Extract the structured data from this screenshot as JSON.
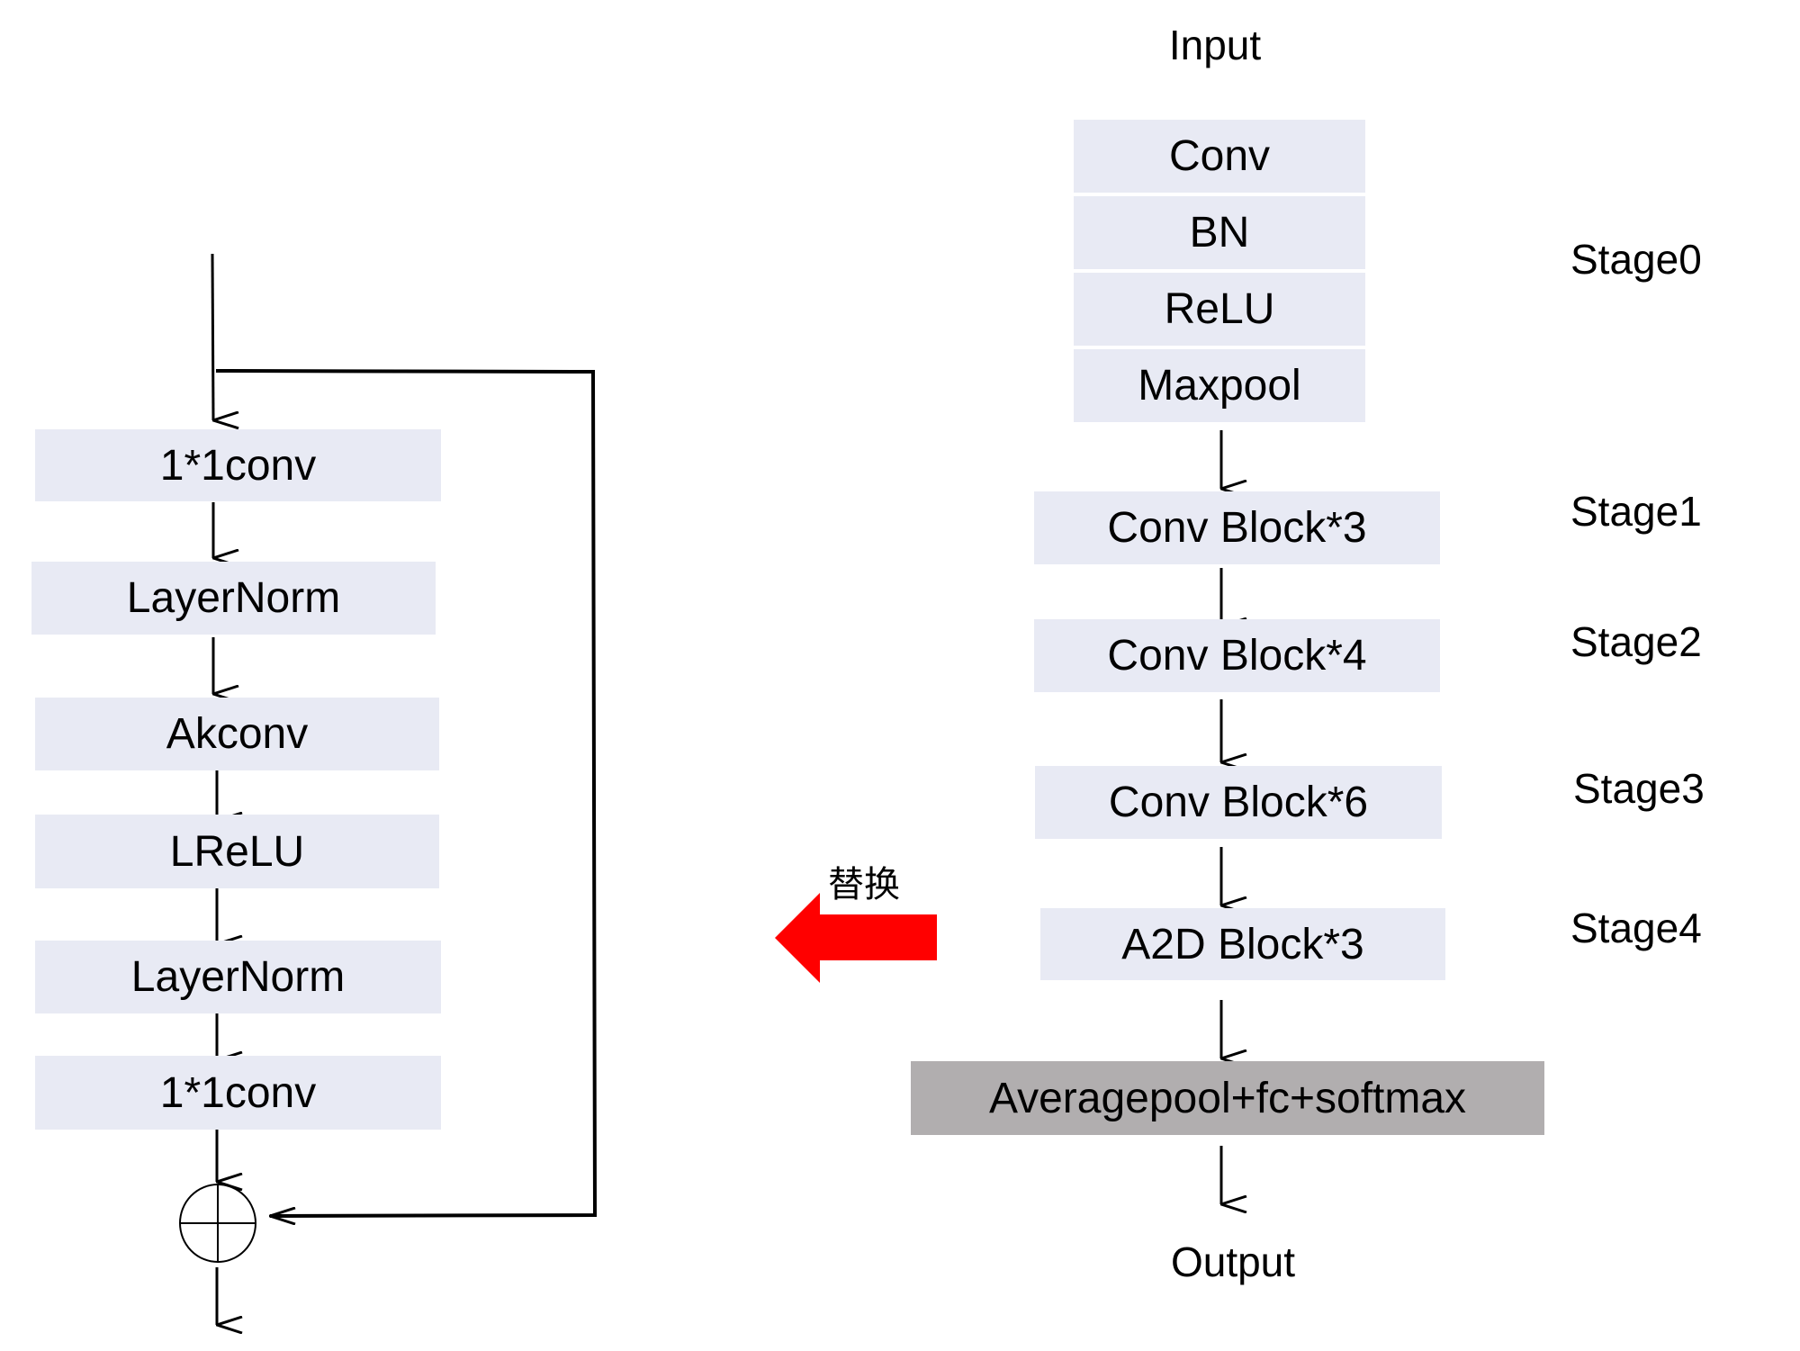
{
  "right_network": {
    "input_label": "Input",
    "output_label": "Output",
    "stage0_layers": [
      "Conv",
      "BN",
      "ReLU",
      "Maxpool"
    ],
    "blocks": [
      "Conv Block*3",
      "Conv Block*4",
      "Conv Block*6",
      "A2D Block*3"
    ],
    "head": "Averagepool+fc+softmax",
    "stages": [
      "Stage0",
      "Stage1",
      "Stage2",
      "Stage3",
      "Stage4"
    ]
  },
  "replace_arrow": {
    "label": "替换",
    "color": "#ff0000"
  },
  "left_block": {
    "layers": [
      "1*1conv",
      "LayerNorm",
      "Akconv",
      "LReLU",
      "LayerNorm",
      "1*1conv"
    ],
    "residual_add_symbol": "plus-circle"
  },
  "colors": {
    "layer_fill": "#e8eaf4",
    "head_fill": "#b1aeaf",
    "line": "#000000"
  }
}
